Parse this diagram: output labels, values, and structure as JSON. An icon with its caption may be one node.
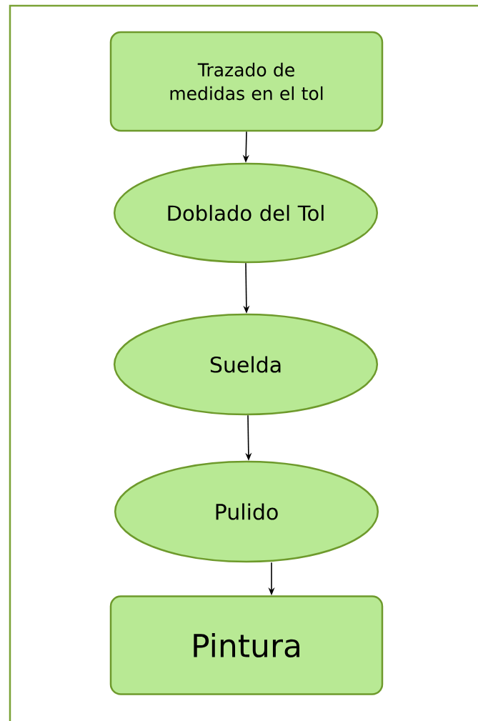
{
  "diagram": {
    "nodes": [
      {
        "text": [
          "Trazado de medidas en el tol"
        ]
      },
      {
        "text": [
          "Doblado del Tol"
        ]
      },
      {
        "text": [
          "Suelda"
        ]
      },
      {
        "text": [
          "Pulido"
        ]
      },
      {
        "text": [
          "Pintura"
        ]
      }
    ],
    "edges": [
      {
        "from": 0,
        "to": 1,
        "arrow": "to"
      },
      {
        "from": 1,
        "to": 2,
        "arrow": "to"
      },
      {
        "from": 2,
        "to": 3,
        "arrow": "to"
      },
      {
        "from": 3,
        "to": 4,
        "arrow": "to"
      }
    ]
  }
}
